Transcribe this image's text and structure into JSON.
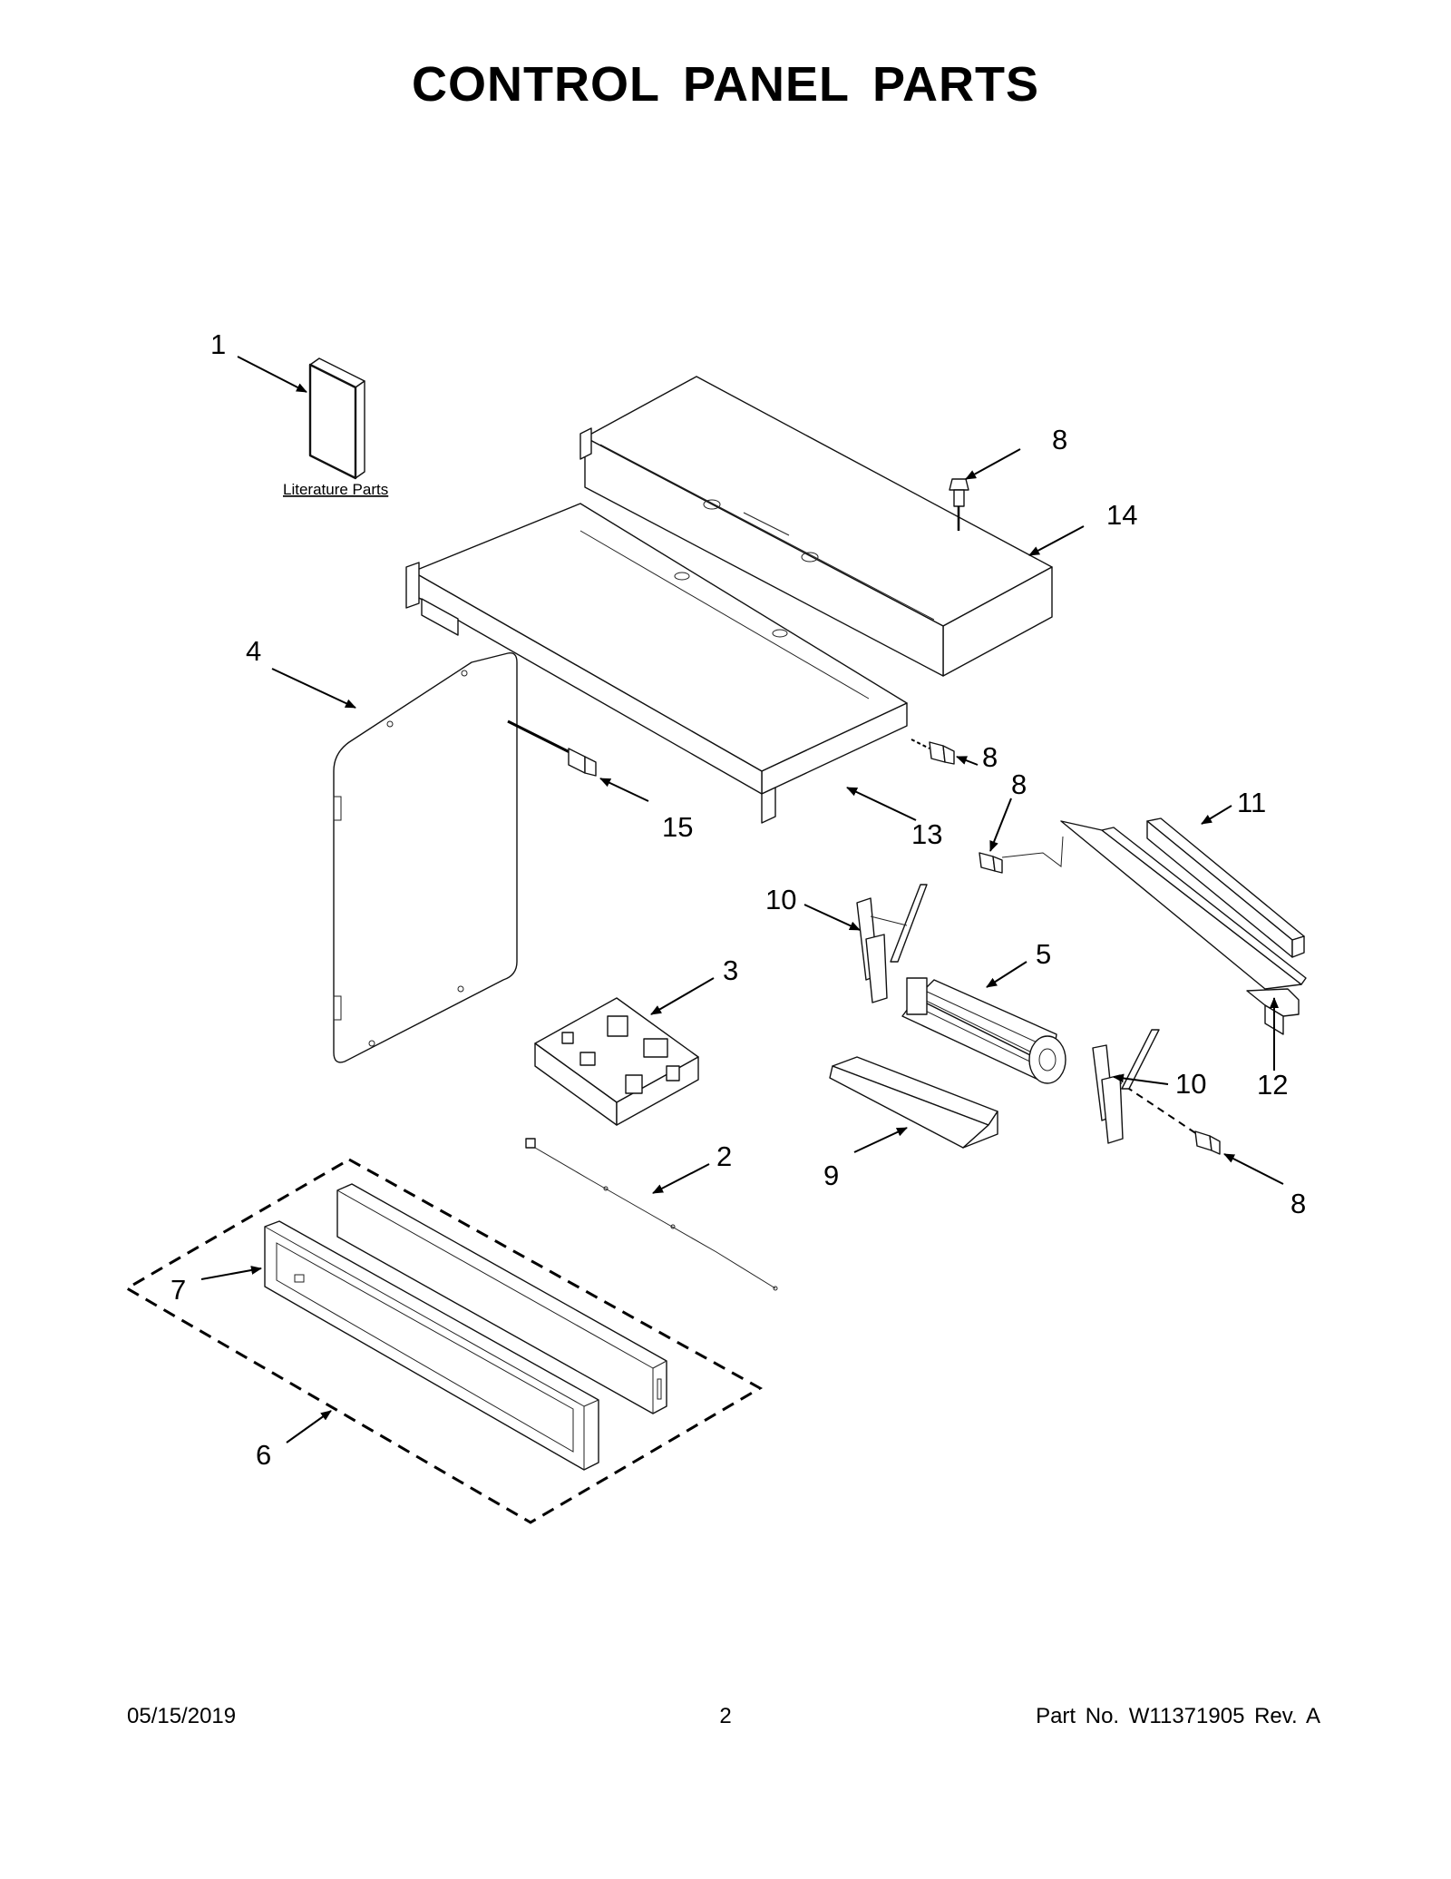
{
  "page": {
    "title": "CONTROL PANEL PARTS",
    "footer_date": "05/15/2019",
    "footer_page": "2",
    "footer_part": "Part No.  W11371905  Rev.  A"
  },
  "diagram": {
    "literature_label": "Literature Parts",
    "callouts": [
      "1",
      "2",
      "3",
      "4",
      "5",
      "6",
      "7",
      "8",
      "8",
      "8",
      "8",
      "9",
      "10",
      "10",
      "11",
      "12",
      "13",
      "14",
      "15"
    ]
  }
}
